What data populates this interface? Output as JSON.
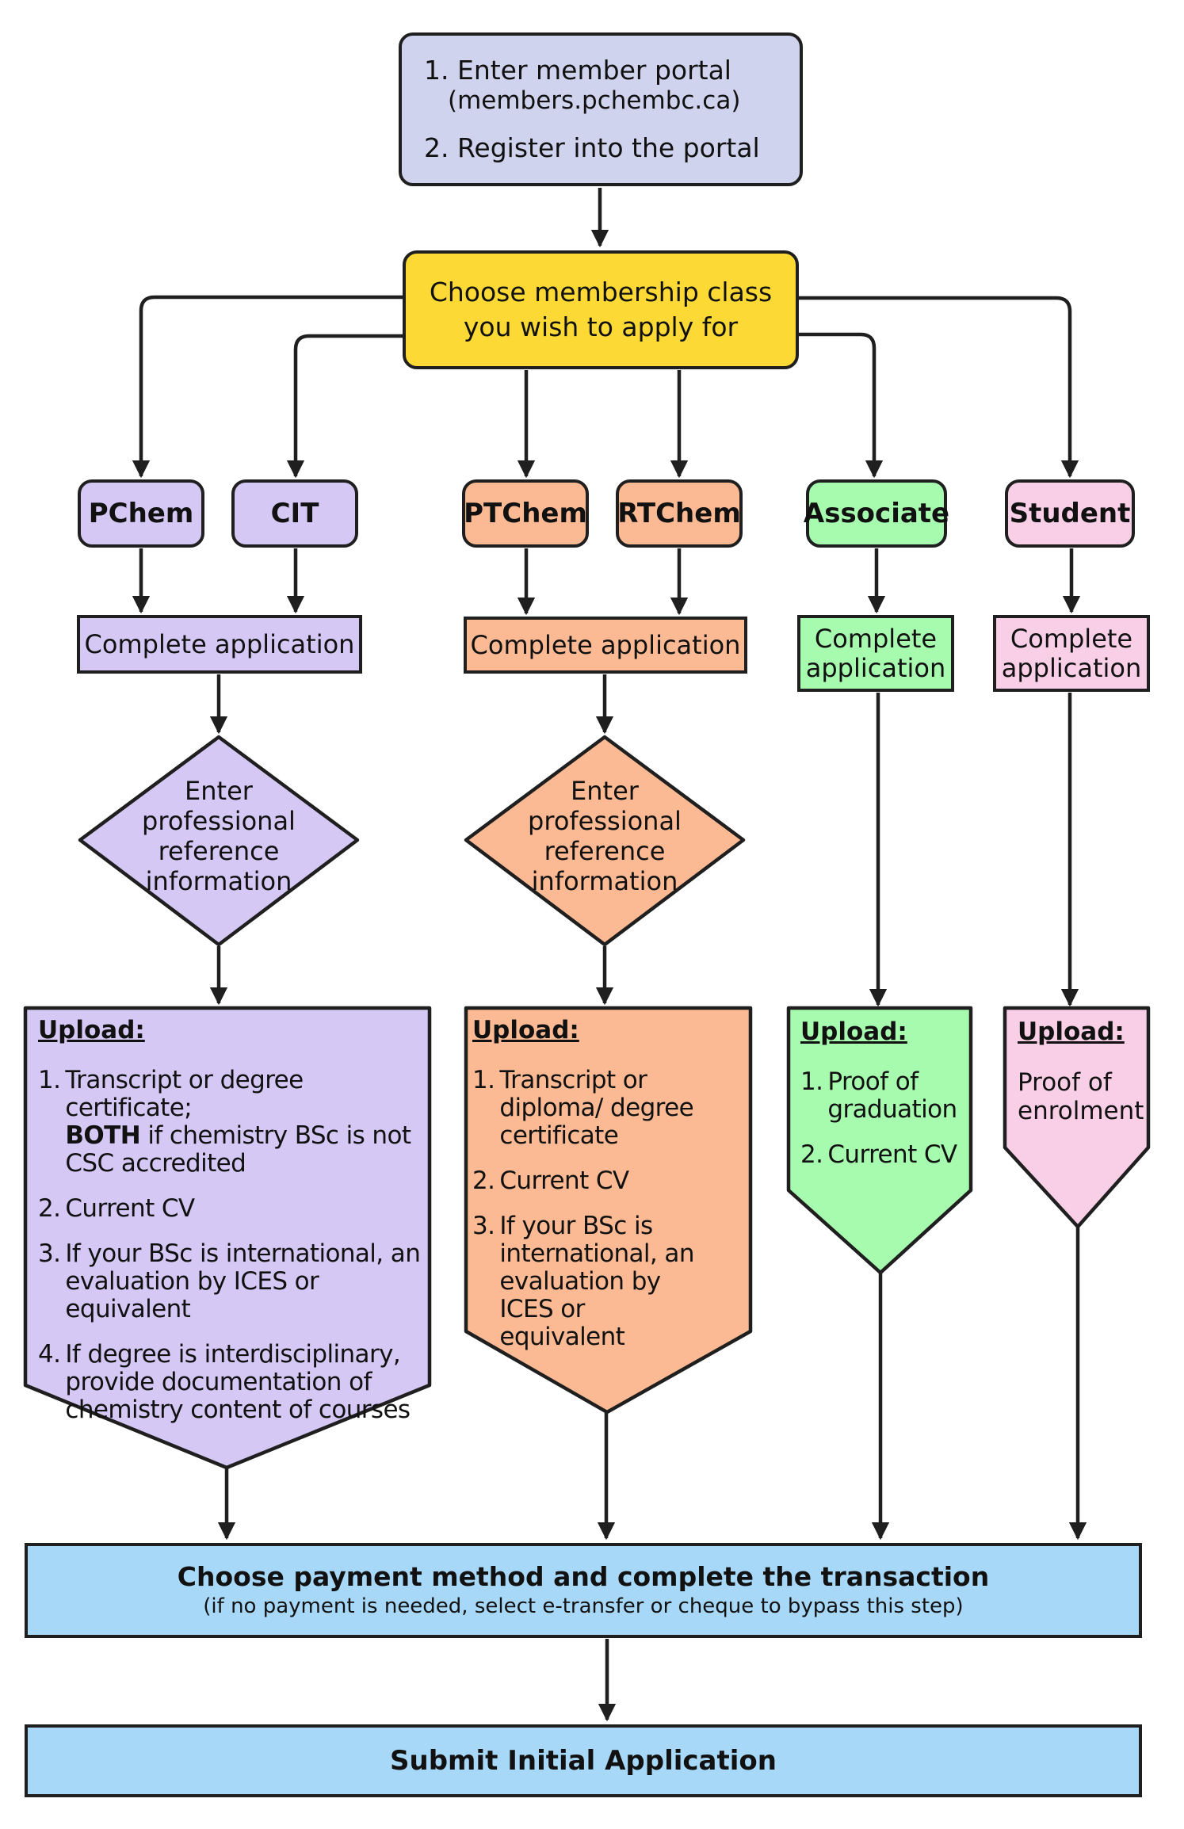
{
  "start": {
    "line1": "1. Enter member portal",
    "line1_sub": "(members.pchembc.ca)",
    "line2": "2. Register into the portal"
  },
  "choose": {
    "line1": "Choose membership class",
    "line2": "you wish to apply for"
  },
  "classes": {
    "pchem": "PChem",
    "cit": "CIT",
    "ptchem": "PTChem",
    "rtchem": "RTChem",
    "associate": "Associate",
    "student": "Student"
  },
  "complete_app": {
    "purple": "Complete application",
    "orange": "Complete application",
    "green_1": "Complete",
    "green_2": "application",
    "pink_1": "Complete",
    "pink_2": "application"
  },
  "reference": {
    "purple": [
      "Enter",
      "professional",
      "reference",
      "information"
    ],
    "orange": [
      "Enter",
      "professional",
      "reference",
      "information"
    ]
  },
  "uploads": {
    "purple": {
      "title": "Upload:",
      "items": [
        {
          "n": "1.",
          "pre": "Transcript or degree certificate;",
          "bold": "BOTH",
          "post": " if chemistry BSc is not CSC accredited"
        },
        {
          "n": "2.",
          "text": "Current CV"
        },
        {
          "n": "3.",
          "text": "If your BSc is international, an evaluation by ICES or equivalent"
        },
        {
          "n": "4.",
          "text": "If degree is interdisciplinary, provide documentation of chemistry content of courses"
        }
      ]
    },
    "orange": {
      "title": "Upload:",
      "items": [
        {
          "n": "1.",
          "text": "Transcript or diploma/ degree certificate"
        },
        {
          "n": "2.",
          "text": "Current CV"
        },
        {
          "n": "3.",
          "text": "If your BSc is international, an evaluation by ICES or equivalent"
        }
      ]
    },
    "green": {
      "title": "Upload:",
      "items": [
        {
          "n": "1.",
          "text": "Proof of graduation"
        },
        {
          "n": "2.",
          "text": "Current CV"
        }
      ]
    },
    "pink": {
      "title": "Upload:",
      "line1": "Proof of",
      "line2": "enrolment"
    }
  },
  "payment": {
    "title": "Choose payment method and complete the transaction",
    "subtitle": "(if no payment is needed, select e-transfer or cheque to bypass this step)"
  },
  "submit": {
    "label": "Submit Initial Application"
  },
  "colors": {
    "portal": "#d0d3ee",
    "choose": "#fcd935",
    "purple": "#d5c8f4",
    "orange": "#fbba93",
    "green": "#a7fbaf",
    "pink": "#f8cfe6",
    "payment": "#a8d8f7",
    "submit": "#a8d8f7"
  }
}
